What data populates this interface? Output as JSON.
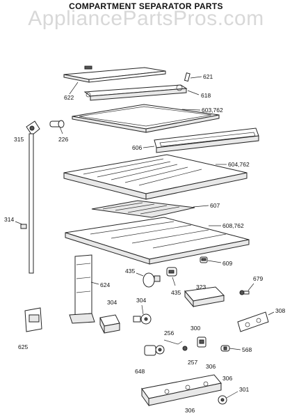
{
  "title": "COMPARTMENT SEPARATOR PARTS",
  "watermark": "AppliancePartsPros.com",
  "callouts": {
    "c621": "621",
    "c622": "622",
    "c618": "618",
    "c603": "603,762",
    "c315": "315",
    "c226": "226",
    "c606": "606",
    "c604": "604,762",
    "c607": "607",
    "c314": "314",
    "c608": "608,762",
    "c609": "609",
    "c435a": "435",
    "c435b": "435",
    "c624": "624",
    "c323": "323",
    "c679": "679",
    "c304a": "304",
    "c304b": "304",
    "c308": "308",
    "c256": "256",
    "c300": "300",
    "c625": "625",
    "c568": "568",
    "c257": "257",
    "c648": "648",
    "c306a": "306",
    "c306b": "306",
    "c301": "301",
    "c306c": "306"
  }
}
